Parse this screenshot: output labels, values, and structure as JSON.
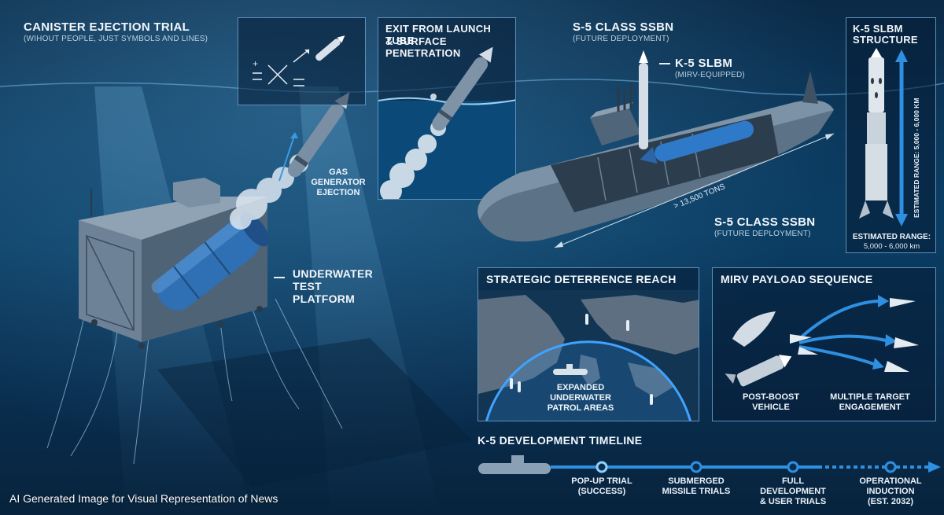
{
  "canister_section": {
    "title": "Canister Ejection Trial",
    "subtitle": "(Wihout people, just symbols and lines)",
    "gas_label": "Gas Generator Ejection",
    "platform_label": "Underwater Test Platform"
  },
  "exit_panel": {
    "title_line1": "Exit from launch tube",
    "title_line2": "& surface penetration"
  },
  "submarine": {
    "title": "S-5 Class SSBN",
    "title_sub": "(Future Deployment)",
    "missile_label": "K-5 SLBM",
    "missile_sub": "(MIRV-Equipped)",
    "tonnage": "> 13,500 Tons",
    "lower_title": "S-5 Class SSBN",
    "lower_sub": "(Future Deployment)"
  },
  "structure_panel": {
    "title_line1": "K-5 SLBM",
    "title_line2": "Structure",
    "range_vertical": "Estimated Range: 5,000 - 6,000 km",
    "range_label": "Estimated Range:",
    "range_value": "5,000 - 6,000 km"
  },
  "deterrence_panel": {
    "title": "Strategic Deterrence Reach",
    "patrol_label": "Expanded Underwater Patrol Areas"
  },
  "mirv_panel": {
    "title": "MIRV Payload Sequence",
    "post_boost": "Post-Boost Vehicle",
    "multi_target": "Multiple Target Engagement"
  },
  "timeline": {
    "title": "K-5 Development Timeline",
    "steps": [
      {
        "label_1": "Pop-up Trial",
        "label_2": "(Success)"
      },
      {
        "label_1": "Submerged",
        "label_2": "Missile Trials"
      },
      {
        "label_1": "Full Development",
        "label_2": "& User Trials"
      },
      {
        "label_1": "Operational",
        "label_2": "Induction",
        "label_3": "(Est. 2032)"
      }
    ]
  },
  "caption": "AI Generated Image for Visual Representation of News",
  "colors": {
    "accent": "#2f8fe0",
    "panel_border": "#5d8fb7",
    "background": "#0b3a5f"
  }
}
